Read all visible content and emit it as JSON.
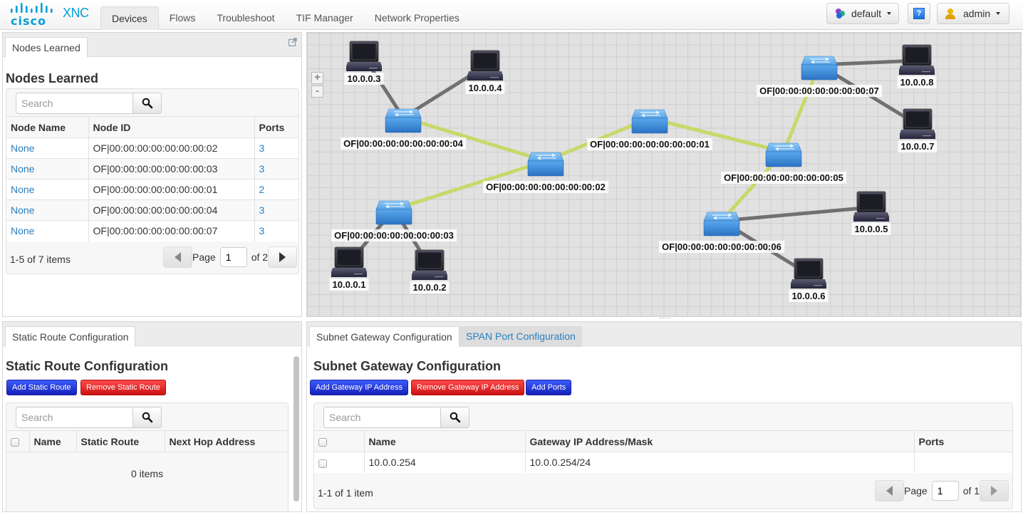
{
  "app": {
    "brand": "cisco",
    "product": "XNC"
  },
  "nav": {
    "tabs": [
      {
        "label": "Devices",
        "active": true
      },
      {
        "label": "Flows"
      },
      {
        "label": "Troubleshoot"
      },
      {
        "label": "TIF Manager"
      },
      {
        "label": "Network Properties"
      }
    ]
  },
  "topright": {
    "container_label": "default",
    "help_label": "?",
    "user_label": "admin"
  },
  "nodes_learned": {
    "tab_label": "Nodes Learned",
    "title": "Nodes Learned",
    "search_placeholder": "Search",
    "columns": [
      "Node Name",
      "Node ID",
      "Ports"
    ],
    "rows": [
      {
        "name": "None",
        "id": "OF|00:00:00:00:00:00:00:02",
        "ports": "3"
      },
      {
        "name": "None",
        "id": "OF|00:00:00:00:00:00:00:03",
        "ports": "3"
      },
      {
        "name": "None",
        "id": "OF|00:00:00:00:00:00:00:01",
        "ports": "2"
      },
      {
        "name": "None",
        "id": "OF|00:00:00:00:00:00:00:04",
        "ports": "3"
      },
      {
        "name": "None",
        "id": "OF|00:00:00:00:00:00:00:07",
        "ports": "3"
      }
    ],
    "summary": "1-5 of 7 items",
    "page_label": "Page",
    "page_value": "1",
    "page_of": "of 2"
  },
  "topology": {
    "zoom_in": "+",
    "zoom_out": "-",
    "switches": [
      {
        "id": "s1",
        "label": "OF|00:00:00:00:00:00:00:01"
      },
      {
        "id": "s2",
        "label": "OF|00:00:00:00:00:00:00:02"
      },
      {
        "id": "s3",
        "label": "OF|00:00:00:00:00:00:00:03"
      },
      {
        "id": "s4",
        "label": "OF|00:00:00:00:00:00:00:04"
      },
      {
        "id": "s5",
        "label": "OF|00:00:00:00:00:00:00:05"
      },
      {
        "id": "s6",
        "label": "OF|00:00:00:00:00:00:00:06"
      },
      {
        "id": "s7",
        "label": "OF|00:00:00:00:00:00:00:07"
      }
    ],
    "hosts": [
      {
        "id": "h1",
        "label": "10.0.0.1"
      },
      {
        "id": "h2",
        "label": "10.0.0.2"
      },
      {
        "id": "h3",
        "label": "10.0.0.3"
      },
      {
        "id": "h4",
        "label": "10.0.0.4"
      },
      {
        "id": "h5",
        "label": "10.0.0.5"
      },
      {
        "id": "h6",
        "label": "10.0.0.6"
      },
      {
        "id": "h7",
        "label": "10.0.0.7"
      },
      {
        "id": "h8",
        "label": "10.0.0.8"
      }
    ],
    "switch_links": [
      [
        "s4",
        "s2"
      ],
      [
        "s2",
        "s3"
      ],
      [
        "s2",
        "s1"
      ],
      [
        "s1",
        "s5"
      ],
      [
        "s5",
        "s7"
      ],
      [
        "s5",
        "s6"
      ]
    ],
    "host_links": [
      [
        "s4",
        "h3"
      ],
      [
        "s4",
        "h4"
      ],
      [
        "s3",
        "h1"
      ],
      [
        "s3",
        "h2"
      ],
      [
        "s7",
        "h8"
      ],
      [
        "s7",
        "h7"
      ],
      [
        "s6",
        "h5"
      ],
      [
        "s6",
        "h6"
      ]
    ],
    "colors": {
      "switch_link": "#c8d86a",
      "host_link": "#707070"
    }
  },
  "static_route": {
    "tab_label": "Static Route Configuration",
    "title": "Static Route Configuration",
    "add_button": "Add Static Route",
    "remove_button": "Remove Static Route",
    "search_placeholder": "Search",
    "columns": [
      "Name",
      "Static Route",
      "Next Hop Address"
    ],
    "empty_text": "0 items"
  },
  "subnet_gateway": {
    "tabs": [
      {
        "label": "Subnet Gateway Configuration",
        "active": true
      },
      {
        "label": "SPAN Port Configuration"
      }
    ],
    "title": "Subnet Gateway Configuration",
    "add_button": "Add Gateway IP Address",
    "remove_button": "Remove Gateway IP Address",
    "add_ports_button": "Add Ports",
    "search_placeholder": "Search",
    "columns": [
      "Name",
      "Gateway IP Address/Mask",
      "Ports"
    ],
    "rows": [
      {
        "name": "10.0.0.254",
        "gateway": "10.0.0.254/24",
        "ports": ""
      }
    ],
    "summary": "1-1 of 1 item",
    "page_label": "Page",
    "page_value": "1",
    "page_of": "of 1"
  }
}
